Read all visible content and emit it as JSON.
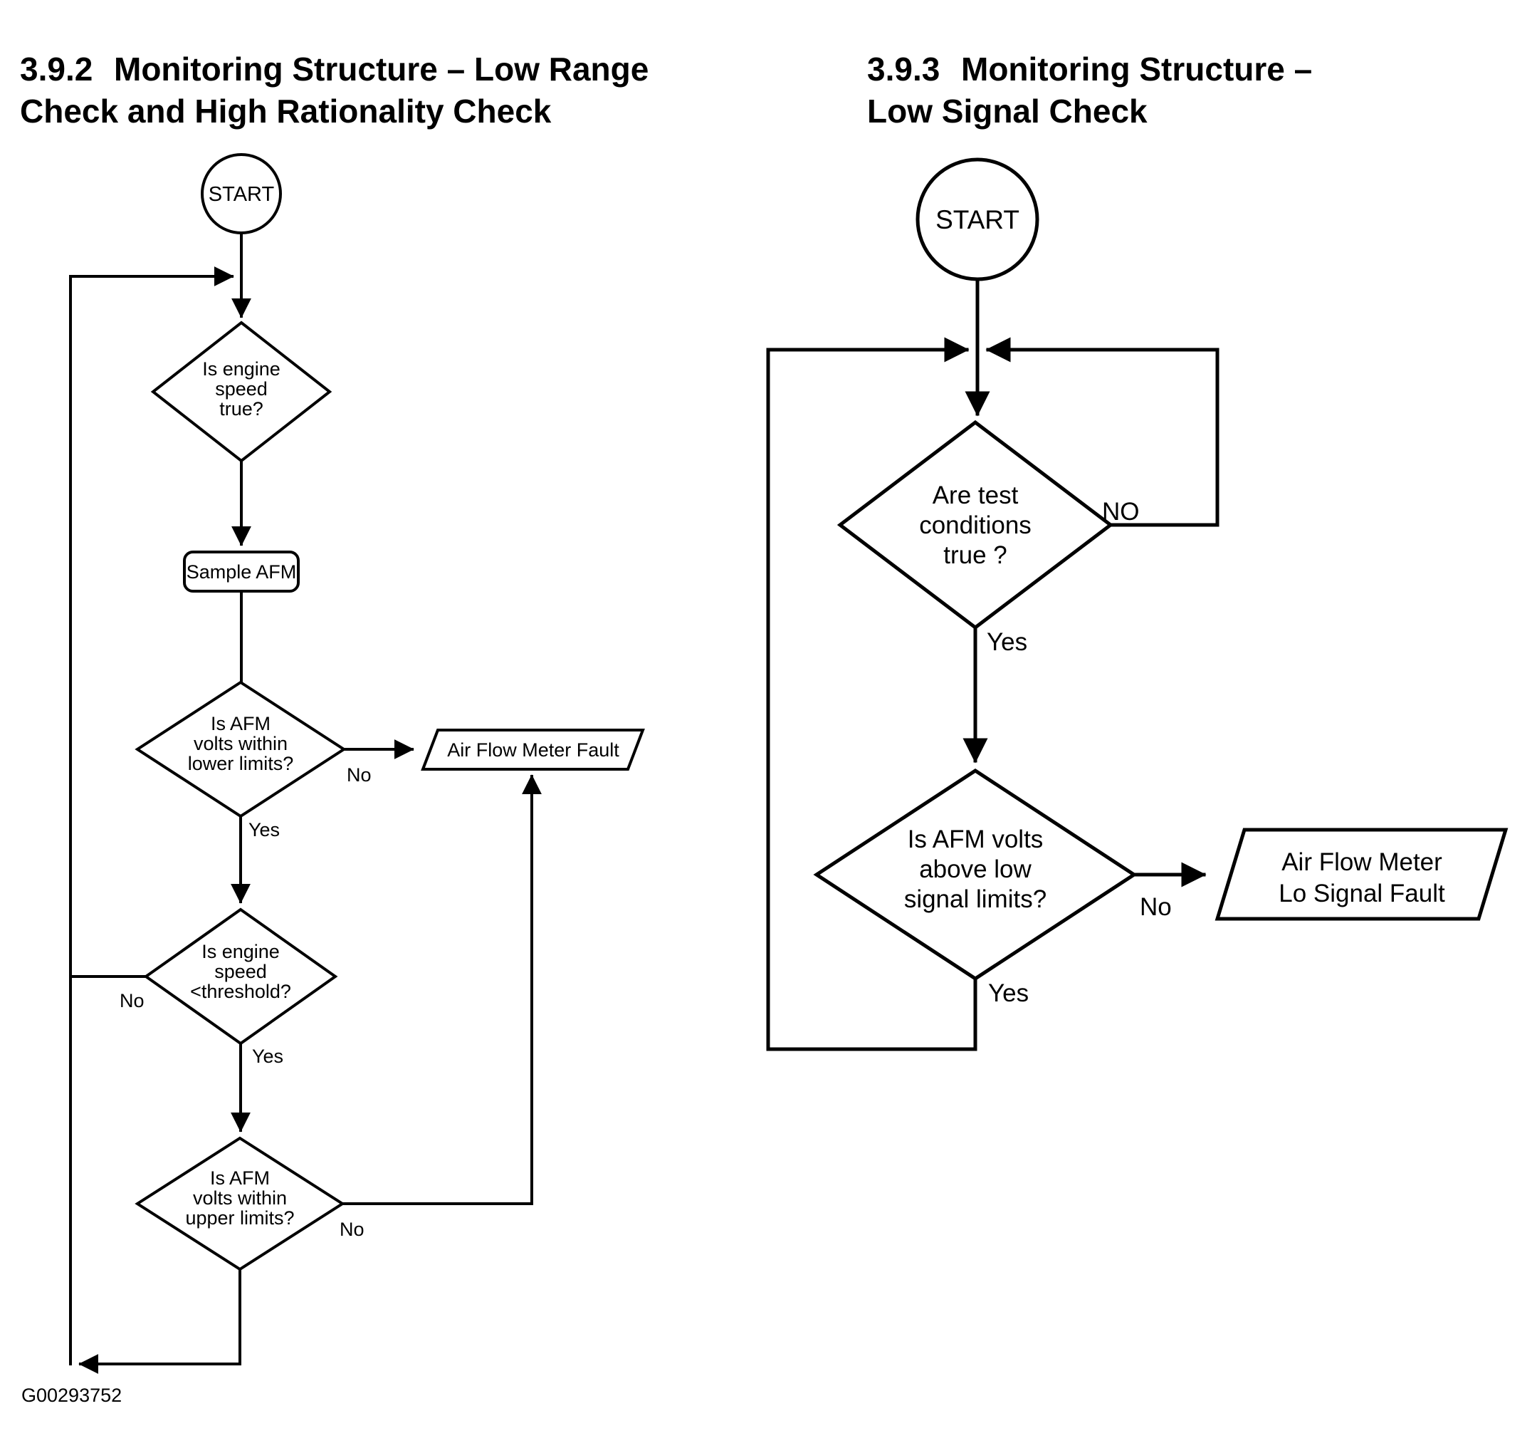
{
  "titles": {
    "left_number": "3.9.2",
    "left_line1": "Monitoring Structure – Low Range",
    "left_line2": "Check and High Rationality Check",
    "right_number": "3.9.3",
    "right_line1": "Monitoring Structure –",
    "right_line2": "Low Signal Check"
  },
  "footer": {
    "figure_id": "G00293752"
  },
  "left": {
    "start": "START",
    "d_engine_speed_true": [
      "Is engine",
      "speed",
      "true?"
    ],
    "p_sample_afm": "Sample AFM",
    "d_lower_limits": [
      "Is AFM",
      "volts within",
      "lower limits?"
    ],
    "out_fault": "Air Flow Meter Fault",
    "d_threshold": [
      "Is engine",
      "speed",
      "<threshold?"
    ],
    "d_upper_limits": [
      "Is AFM",
      "volts within",
      "upper limits?"
    ],
    "labels": {
      "no_lower": "No",
      "yes_lower": "Yes",
      "no_threshold": "No",
      "yes_threshold": "Yes",
      "no_upper": "No"
    }
  },
  "right": {
    "start": "START",
    "d_test_conditions": [
      "Are test",
      "conditions",
      "true ?"
    ],
    "d_low_signal": [
      "Is AFM volts",
      "above low",
      "signal limits?"
    ],
    "out_fault": [
      "Air Flow Meter",
      "Lo Signal Fault"
    ],
    "labels": {
      "no_conditions": "NO",
      "yes_conditions": "Yes",
      "no_signal": "No",
      "yes_signal": "Yes"
    }
  },
  "colors": {
    "ink": "#000000",
    "paper": "#ffffff"
  }
}
